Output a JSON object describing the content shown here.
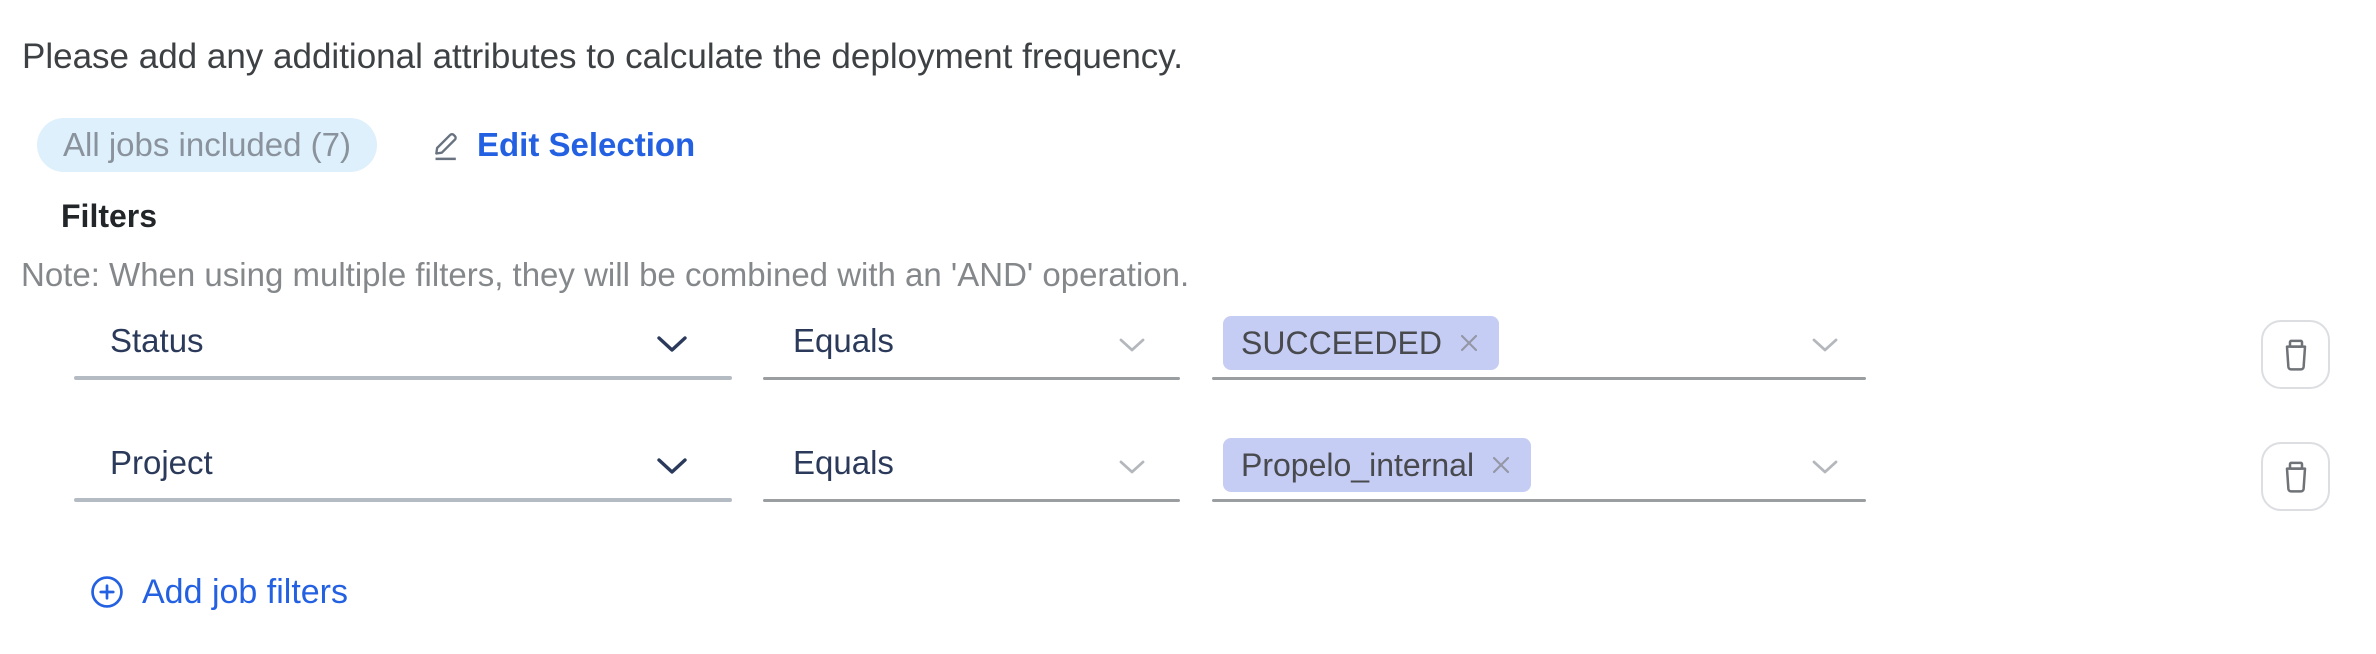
{
  "header": {
    "instruction": "Please add any additional attributes to calculate the deployment frequency."
  },
  "jobs_summary": {
    "badge_label": "All jobs included (7)",
    "edit_link_label": "Edit Selection"
  },
  "filters": {
    "heading": "Filters",
    "note": "Note: When using multiple filters, they will be combined with an 'AND' operation.",
    "rows": [
      {
        "attribute": "Status",
        "operator": "Equals",
        "values": [
          "SUCCEEDED"
        ]
      },
      {
        "attribute": "Project",
        "operator": "Equals",
        "values": [
          "Propelo_internal"
        ]
      }
    ],
    "add_link_label": "Add job filters"
  },
  "icons": {
    "edit": "pencil-icon",
    "remove_tag": "close-icon",
    "delete_row": "trash-icon",
    "add": "plus-circle-icon",
    "dropdown": "chevron-down-icon"
  },
  "colors": {
    "accent_blue": "#2361e2",
    "badge_background": "#def0fb",
    "badge_text": "#8a939d",
    "tag_background": "#c6cdf4",
    "tag_text": "#484a4e",
    "field_text": "#2b3a5a",
    "note_text": "#85888b",
    "underline_gray": "#9b9ea1"
  }
}
